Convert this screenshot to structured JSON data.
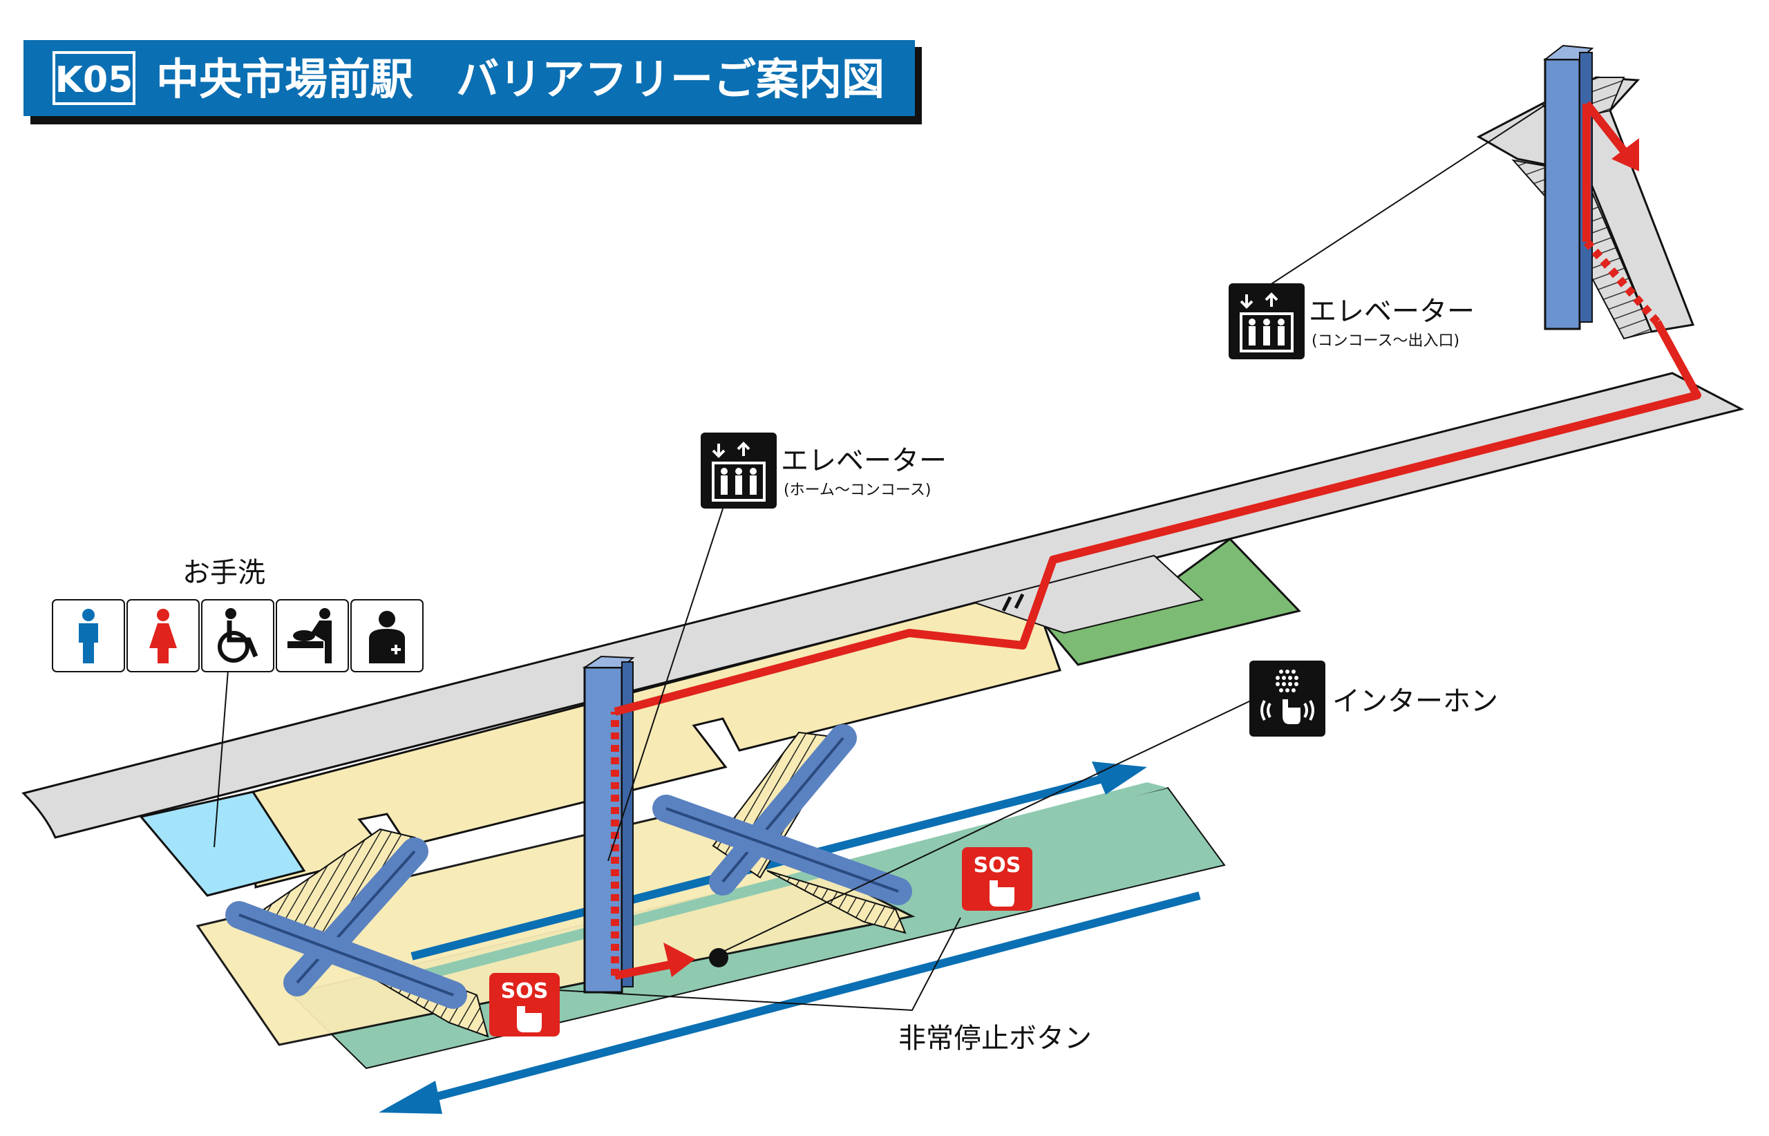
{
  "header": {
    "line_code": "K05",
    "title": "中央市場前駅　バリアフリーご案内図",
    "bg_color": "#0a6fb3"
  },
  "labels": {
    "restroom": "お手洗",
    "elevator_platform": "エレベーター",
    "elevator_platform_sub": "(ホーム～コンコース)",
    "elevator_exit": "エレベーター",
    "elevator_exit_sub": "(コンコース～出入口)",
    "intercom": "インターホン",
    "emergency_stop": "非常停止ボタン",
    "sos": "SOS"
  },
  "icons": [
    "men-restroom-icon",
    "women-restroom-icon",
    "wheelchair-icon",
    "baby-changing-icon",
    "ostomate-icon",
    "elevator-icon",
    "intercom-icon",
    "sos-button-icon"
  ],
  "colors": {
    "route": "#e0231c",
    "elevator": "#6a93cf",
    "platform": "#8fcab0",
    "concourse": "#f7eab5",
    "ground": "#dcdcdc",
    "gate_area": "#7cbb73",
    "restroom_area": "#a3e4fb",
    "escalator": "#5b82c0",
    "track_arrow": "#0a6fb3",
    "sos": "#e0231c"
  }
}
